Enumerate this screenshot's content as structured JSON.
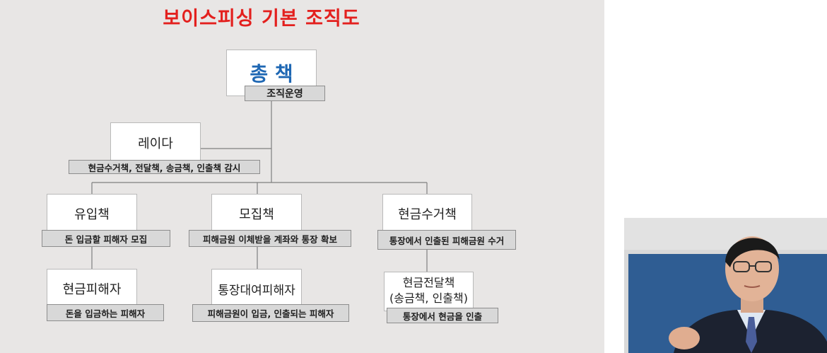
{
  "title": "보이스피싱 기본 조직도",
  "nodes": {
    "head": {
      "label": "총 책",
      "role": "조직운영"
    },
    "raider": {
      "label": "레이다",
      "role": "현금수거책, 전달책, 송금책, 인출책 감시"
    },
    "inflow": {
      "label": "유입책",
      "role": "돈 입금할 피해자 모집"
    },
    "recruit": {
      "label": "모집책",
      "role": "피해금원 이체받을 계좌와 통장 확보"
    },
    "collector": {
      "label": "현금수거책",
      "role": "통장에서 인출된 피해금원 수거"
    },
    "cash_victim": {
      "label": "현금피해자",
      "role": "돈을 입금하는 피해자"
    },
    "account_victim": {
      "label": "통장대여피해자",
      "role": "피해금원이 입금, 인출되는 피해자"
    },
    "transfer": {
      "label_line1": "현금전달책",
      "label_line2": "(송금책, 인출책)",
      "role": "통장에서 현금을 인출"
    }
  },
  "colors": {
    "title": "#e3201e",
    "head_label": "#1e67b3",
    "slide_bg": "#e8e6e5",
    "video_bg": "#2f5d93"
  }
}
